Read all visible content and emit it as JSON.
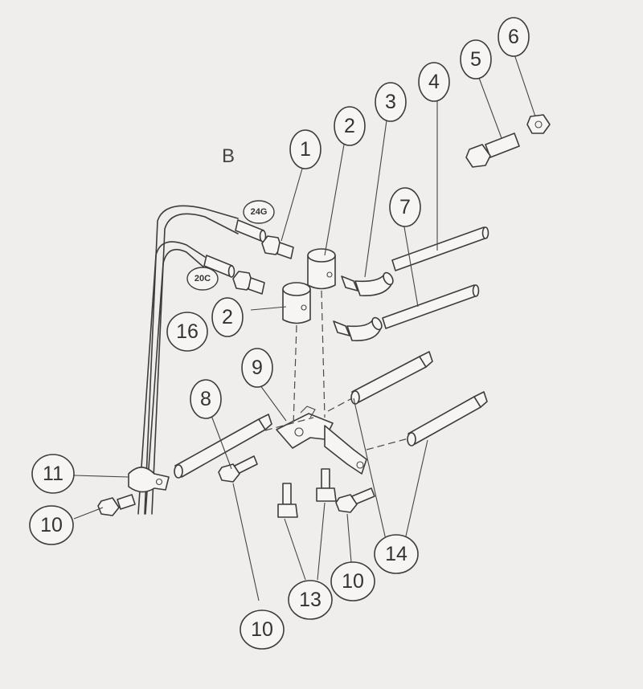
{
  "view_label": "B",
  "balloons": [
    {
      "id": "b1",
      "label": "1"
    },
    {
      "id": "b2a",
      "label": "2"
    },
    {
      "id": "b3",
      "label": "3"
    },
    {
      "id": "b4",
      "label": "4"
    },
    {
      "id": "b5",
      "label": "5"
    },
    {
      "id": "b6",
      "label": "6"
    },
    {
      "id": "b7",
      "label": "7"
    },
    {
      "id": "b16",
      "label": "16"
    },
    {
      "id": "b2b",
      "label": "2"
    },
    {
      "id": "b9",
      "label": "9"
    },
    {
      "id": "b8",
      "label": "8"
    },
    {
      "id": "b11",
      "label": "11"
    },
    {
      "id": "b10a",
      "label": "10"
    },
    {
      "id": "b14",
      "label": "14"
    },
    {
      "id": "b10b",
      "label": "10"
    },
    {
      "id": "b13",
      "label": "13"
    },
    {
      "id": "b10c",
      "label": "10"
    }
  ],
  "tube_tags": [
    {
      "id": "t24",
      "label": "24G"
    },
    {
      "id": "t20",
      "label": "20C"
    }
  ]
}
